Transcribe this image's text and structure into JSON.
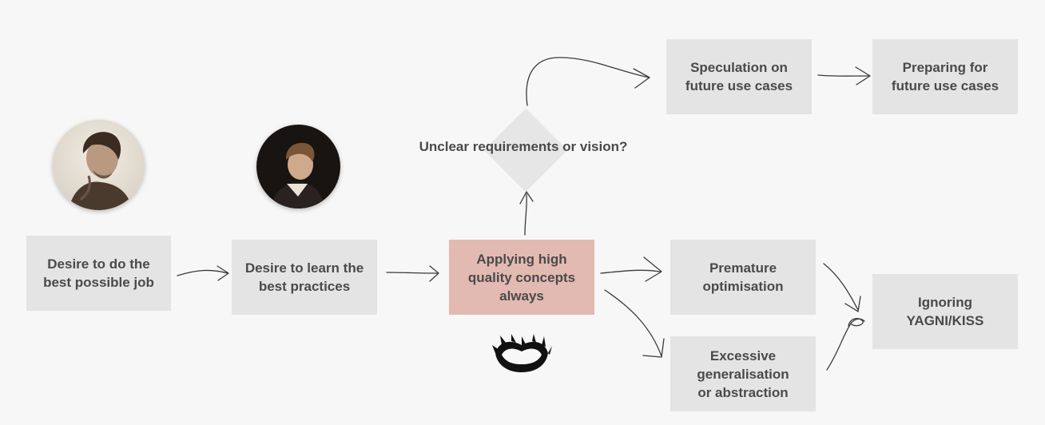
{
  "nodes": {
    "desire_job": "Desire to do the best possible job",
    "desire_learn": "Desire to learn the best practices",
    "applying": "Applying high quality concepts always",
    "unclear": "Unclear requirements or vision?",
    "speculation": "Speculation on future use cases",
    "preparing": "Preparing for future use cases",
    "premature": "Premature optimisation",
    "excessive": "Excessive generalisation or abstraction",
    "ignoring": "Ignoring YAGNI/KISS"
  },
  "colors": {
    "background": "#f7f7f7",
    "box": "#e4e4e4",
    "highlight_box": "#e2bab2",
    "text": "#4a4a4a",
    "arrow": "#3a3a3a"
  },
  "icons": [
    "man-portrait-icon",
    "boy-portrait-icon",
    "bear-trap-icon"
  ]
}
